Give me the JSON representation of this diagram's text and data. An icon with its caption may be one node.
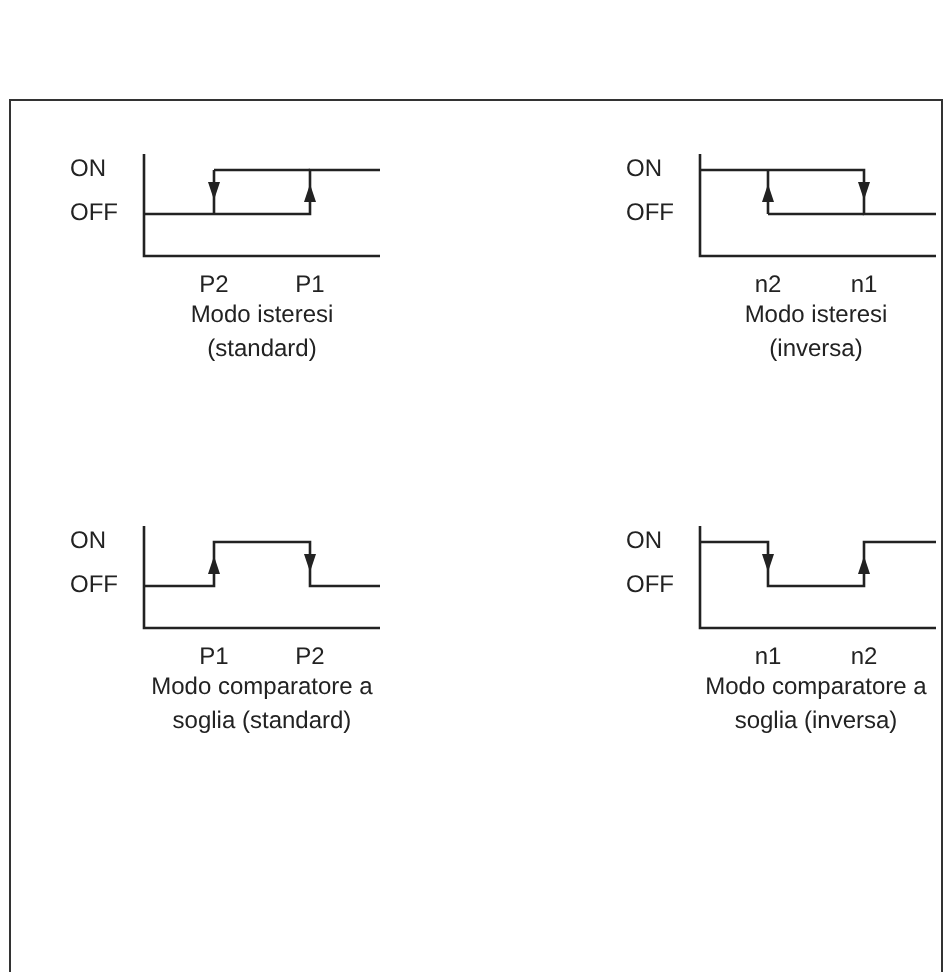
{
  "diagram": {
    "labels": [
      "ON",
      "OFF",
      "P2",
      "P1",
      "Modo isteresi (standard)",
      "ON",
      "OFF",
      "n2",
      "n1",
      "Modo isteresi (inversa)",
      "ON",
      "OFF",
      "P1",
      "P2",
      "Modo comparatore a soglia (standard)",
      "ON",
      "OFF",
      "n1",
      "n2",
      "Modo comparatore a soglia (inversa)"
    ]
  }
}
